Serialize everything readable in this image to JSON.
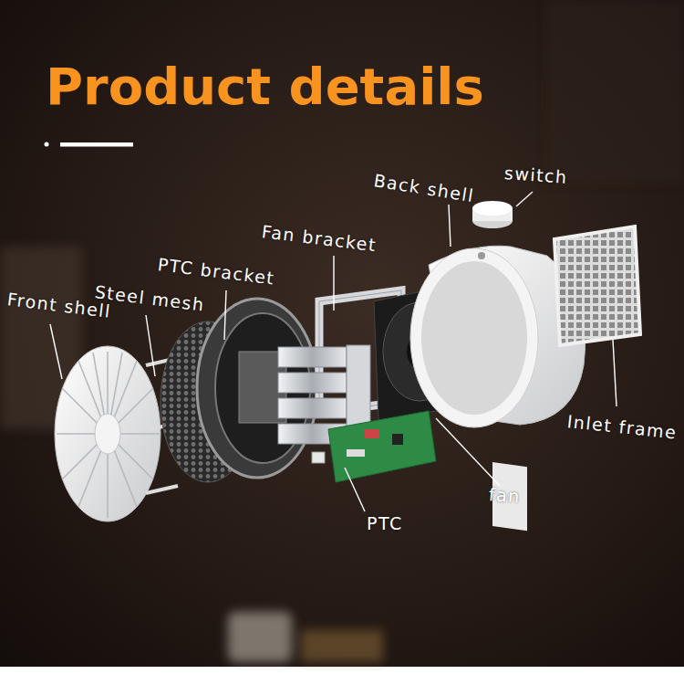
{
  "diagram": {
    "title": "Product details",
    "labels": [
      "switch",
      "Back shell",
      "Fan bracket",
      "PTC bracket",
      "Steel mesh",
      "Front shell",
      "Inlet frame",
      "fan",
      "PTC"
    ]
  }
}
